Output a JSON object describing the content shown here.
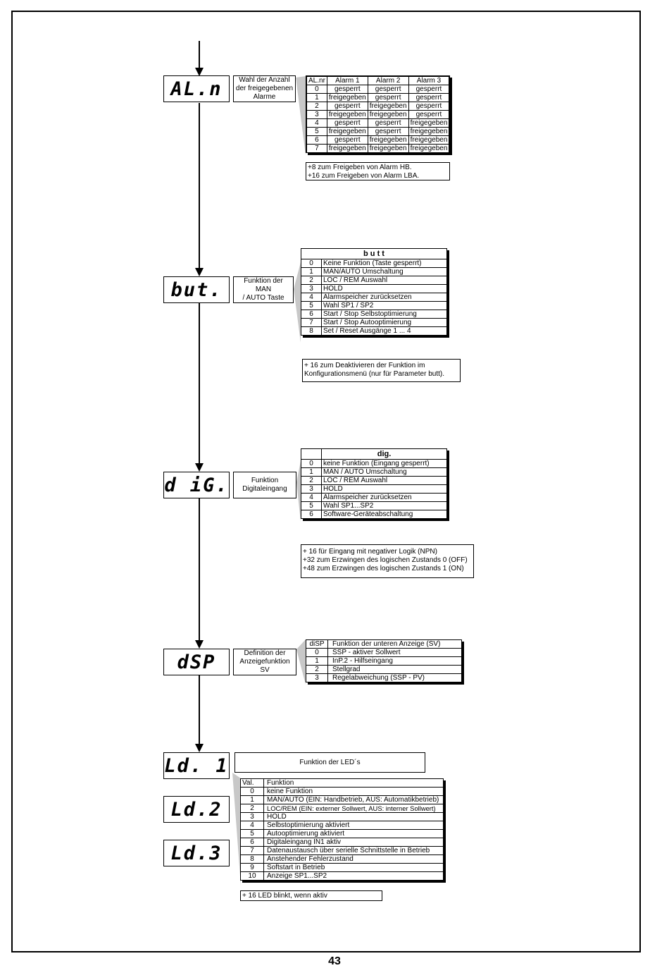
{
  "page_number": "43",
  "aln": {
    "display": "AL.n",
    "label": [
      "Wahl der Anzahl",
      "der freigegebenen",
      "Alarme"
    ],
    "table": {
      "headers": [
        "AL.nr",
        "Alarm 1",
        "Alarm 2",
        "Alarm 3"
      ],
      "rows": [
        [
          "0",
          "gesperrt",
          "gesperrt",
          "gesperrt"
        ],
        [
          "1",
          "freigegeben",
          "gesperrt",
          "gesperrt"
        ],
        [
          "2",
          "gesperrt",
          "freigegeben",
          "gesperrt"
        ],
        [
          "3",
          "freigegeben",
          "freigegeben",
          "gesperrt"
        ],
        [
          "4",
          "gesperrt",
          "gesperrt",
          "freigegeben"
        ],
        [
          "5",
          "freigegeben",
          "gesperrt",
          "freigegeben"
        ],
        [
          "6",
          "gesperrt",
          "freigegeben",
          "freigegeben"
        ],
        [
          "7",
          "freigegeben",
          "freigegeben",
          "freigegeben"
        ]
      ]
    },
    "note": [
      "+8 zum Freigeben von Alarm HB.",
      "+16 zum Freigeben von Alarm LBA."
    ]
  },
  "but": {
    "display": "but.",
    "label": [
      "Funktion der MAN",
      "/ AUTO Taste"
    ],
    "table_title": "b u t t",
    "rows": [
      [
        "0",
        "Keine Funktion (Taste gesperrt)"
      ],
      [
        "1",
        "MAN/AUTO Umschaltung"
      ],
      [
        "2",
        "LOC / REM Auswahl"
      ],
      [
        "3",
        "HOLD"
      ],
      [
        "4",
        "Alarmspeicher zurücksetzen"
      ],
      [
        "5",
        "Wahl SP1 / SP2"
      ],
      [
        "6",
        "Start / Stop Selbstoptimierung"
      ],
      [
        "7",
        "Start / Stop Autooptimierung"
      ],
      [
        "8",
        "Set / Reset Ausgänge 1 ... 4"
      ]
    ],
    "note": [
      "+ 16 zum Deaktivieren der Funktion im",
      "Konfigurationsmenü (nur für Parameter butt)."
    ]
  },
  "dig": {
    "display": "d iG.",
    "label": [
      "Funktion",
      "Digitaleingang"
    ],
    "table_title": "dig.",
    "rows": [
      [
        "0",
        "keine Funktion (Eingang gesperrt)"
      ],
      [
        "1",
        "MAN / AUTO Umschaltung"
      ],
      [
        "2",
        "LOC / REM Auswahl"
      ],
      [
        "3",
        "HOLD"
      ],
      [
        "4",
        "Alarmspeicher zurücksetzen"
      ],
      [
        "5",
        "Wahl SP1...SP2"
      ],
      [
        "6",
        "Software-Geräteabschaltung"
      ]
    ],
    "note": [
      "+ 16 für Eingang mit negativer Logik (NPN)",
      "+32 zum Erzwingen des logischen Zustands 0 (OFF)",
      "+48 zum Erzwingen des logischen Zustands 1 (ON)"
    ]
  },
  "dsp": {
    "display": "dSP",
    "label": [
      "Definition der",
      "Anzeigefunktion",
      "SV"
    ],
    "headers": [
      "diSP",
      "Funktion der unteren Anzeige (SV)"
    ],
    "rows": [
      [
        "0",
        "SSP - aktiver Sollwert"
      ],
      [
        "1",
        "InP.2 - Hilfseingang"
      ],
      [
        "2",
        "Stellgrad"
      ],
      [
        "3",
        "Regelabweichung (SSP - PV)"
      ]
    ]
  },
  "ld": {
    "displays": [
      "Ld. 1",
      "Ld.2",
      "Ld.3"
    ],
    "label": "Funktion der LED´s",
    "headers": [
      "Val.",
      "Funktion"
    ],
    "rows": [
      [
        "0",
        "keine Funktion"
      ],
      [
        "1",
        "MAN/AUTO (EIN: Handbetrieb, AUS: Automatikbetrieb)"
      ],
      [
        "2",
        "LOC/REM (EIN: externer Sollwert, AUS: interner Sollwert)"
      ],
      [
        "3",
        "HOLD"
      ],
      [
        "4",
        "Selbstoptimierung aktiviert"
      ],
      [
        "5",
        "Autooptimierung aktiviert"
      ],
      [
        "6",
        "Digitaleingang IN1 aktiv"
      ],
      [
        "7",
        "Datenaustausch über serielle Schnittstelle in Betrieb"
      ],
      [
        "8",
        "Anstehender Fehlerzustand"
      ],
      [
        "9",
        "Softstart in Betrieb"
      ],
      [
        "10",
        "Anzeige SP1...SP2"
      ]
    ],
    "note": "+ 16 LED blinkt, wenn aktiv"
  }
}
